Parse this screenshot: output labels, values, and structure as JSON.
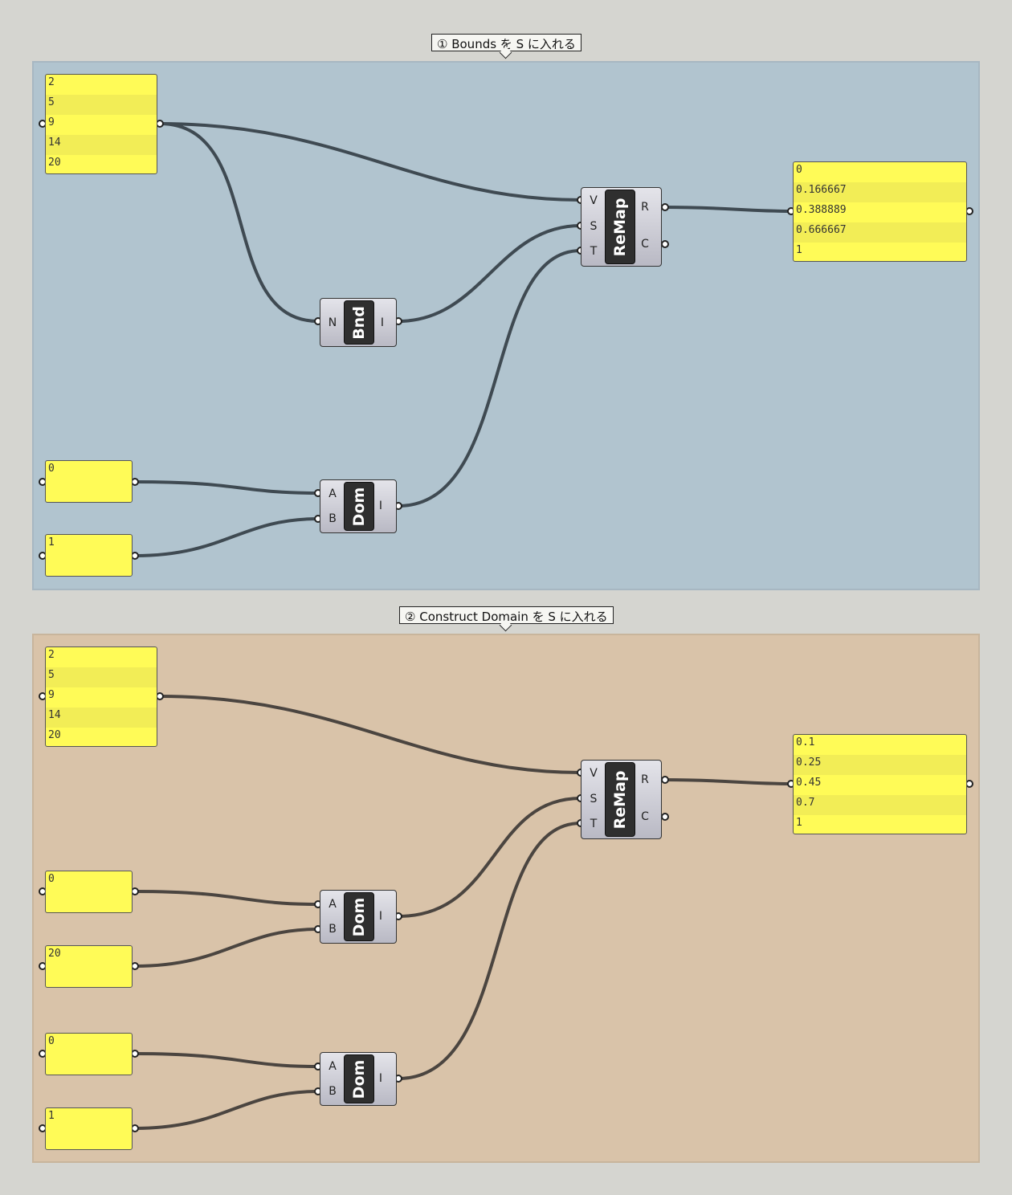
{
  "groups": [
    {
      "label": "① Bounds を S に入れる",
      "background": "#b1c4cf",
      "wire_color": "#3f4a52"
    },
    {
      "label": "② Construct Domain を S に入れる",
      "background": "#d9c3a9",
      "wire_color": "#4b4540"
    }
  ],
  "group1": {
    "input_list": [
      "2",
      "5",
      "9",
      "14",
      "20"
    ],
    "bnd": {
      "name": "Bnd",
      "input": "N",
      "output": "I"
    },
    "dom": {
      "name": "Dom",
      "inputs": [
        "A",
        "B"
      ],
      "output": "I"
    },
    "dom_a_value": "0",
    "dom_b_value": "1",
    "remap": {
      "name": "ReMap",
      "inputs": [
        "V",
        "S",
        "T"
      ],
      "outputs": [
        "R",
        "C"
      ]
    },
    "output_list": [
      "0",
      "0.166667",
      "0.388889",
      "0.666667",
      "1"
    ]
  },
  "group2": {
    "input_list": [
      "2",
      "5",
      "9",
      "14",
      "20"
    ],
    "dom1": {
      "name": "Dom",
      "inputs": [
        "A",
        "B"
      ],
      "output": "I"
    },
    "dom1_a_value": "0",
    "dom1_b_value": "20",
    "dom2": {
      "name": "Dom",
      "inputs": [
        "A",
        "B"
      ],
      "output": "I"
    },
    "dom2_a_value": "0",
    "dom2_b_value": "1",
    "remap": {
      "name": "ReMap",
      "inputs": [
        "V",
        "S",
        "T"
      ],
      "outputs": [
        "R",
        "C"
      ]
    },
    "output_list": [
      "0.1",
      "0.25",
      "0.45",
      "0.7",
      "1"
    ]
  }
}
